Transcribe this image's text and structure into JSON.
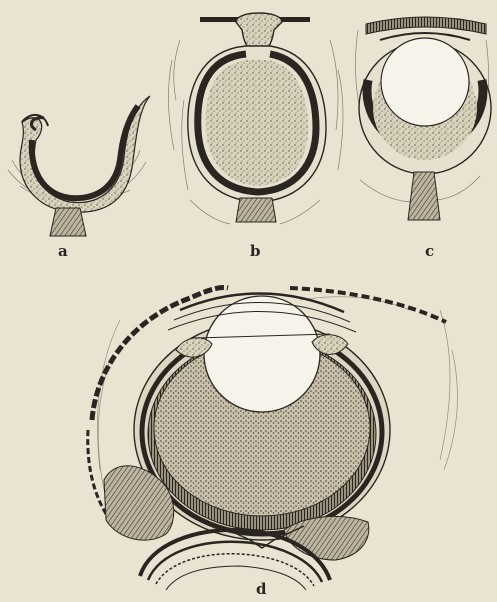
{
  "figure": {
    "labels": {
      "a": "a",
      "b": "b",
      "c": "c",
      "d": "d"
    }
  },
  "palette": {
    "paper": "#e9e3d2",
    "ink": "#2a2520",
    "stipple": "#cfc8b4",
    "dark_layer": "#3a342c",
    "white": "#f6f3ea"
  }
}
